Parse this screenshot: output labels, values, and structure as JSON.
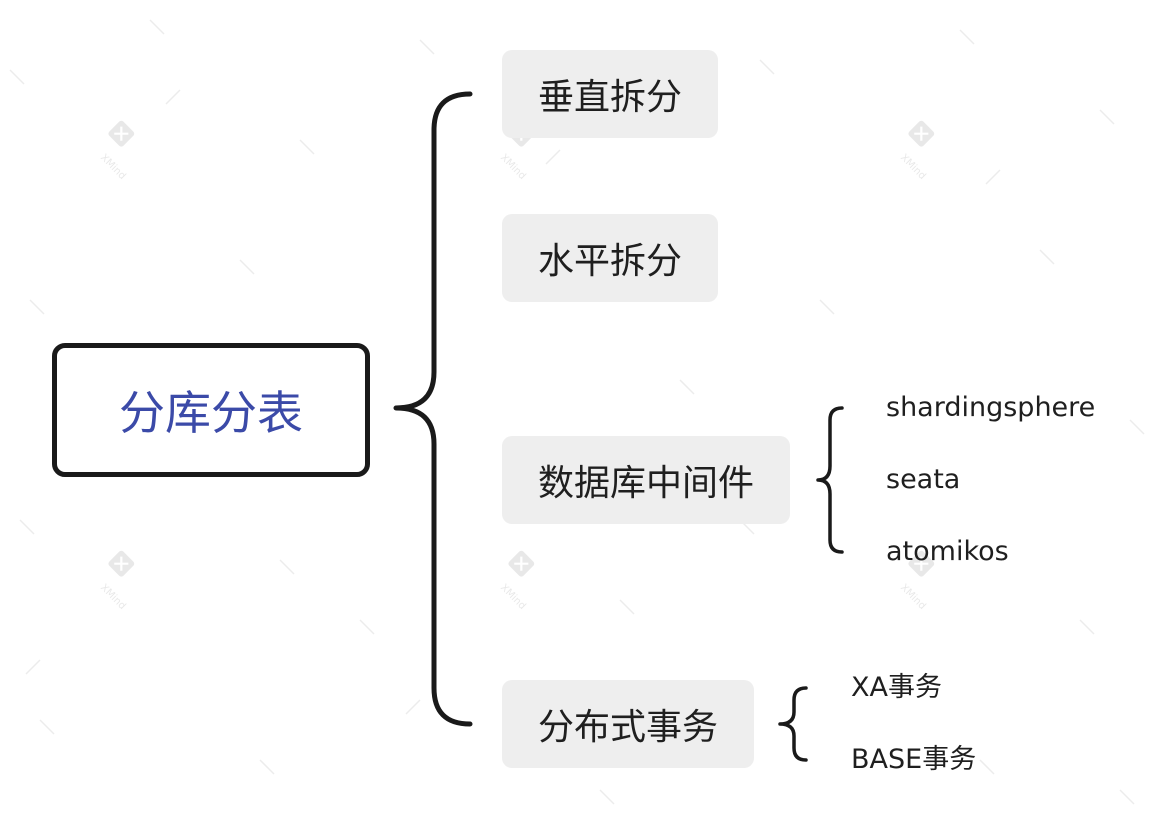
{
  "root": {
    "label": "分库分表"
  },
  "branches": [
    {
      "label": "垂直拆分"
    },
    {
      "label": "水平拆分"
    },
    {
      "label": "数据库中间件",
      "children": [
        "shardingsphere",
        "seata",
        "atomikos"
      ]
    },
    {
      "label": "分布式事务",
      "children": [
        "XA事务",
        "BASE事务"
      ]
    }
  ],
  "watermark": {
    "text": "XMind",
    "icon": "xmind-logo-icon"
  },
  "colors": {
    "root_text": "#3b4aa8",
    "topic_bg": "#eeeeee",
    "line": "#1a1a1a"
  }
}
